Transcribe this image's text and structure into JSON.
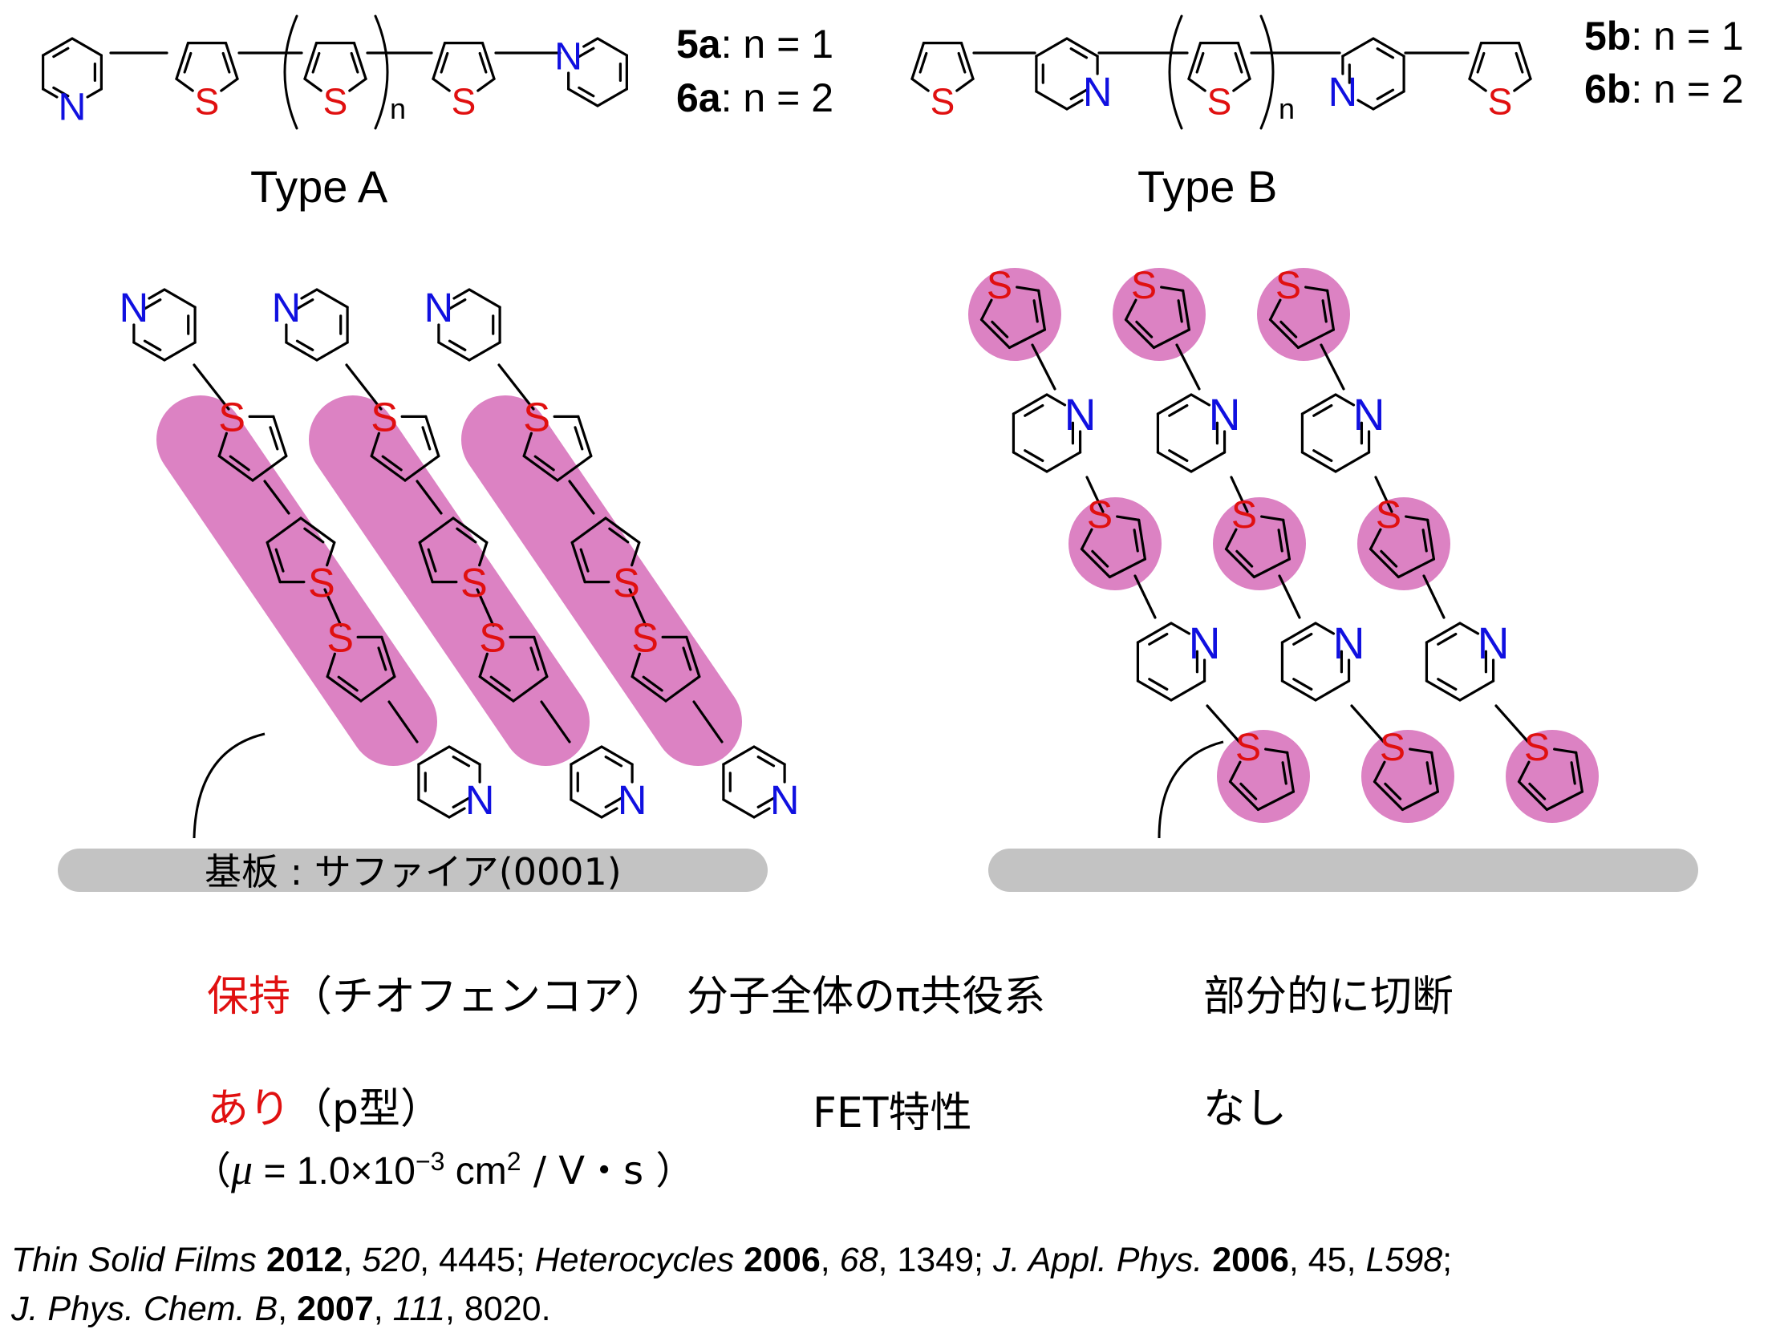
{
  "compounds": {
    "type_a": {
      "label": "Type A",
      "entries": [
        {
          "id": "5a",
          "suffix": ": n = 1"
        },
        {
          "id": "6a",
          "suffix": ": n = 2"
        }
      ]
    },
    "type_b": {
      "label": "Type B",
      "entries": [
        {
          "id": "5b",
          "suffix": ": n = 1"
        },
        {
          "id": "6b",
          "suffix": ": n = 2"
        }
      ]
    },
    "atoms": {
      "S": "S",
      "N": "N",
      "n": "n"
    }
  },
  "substrate": {
    "label": "基板 : サファイア(0001)"
  },
  "comparison": {
    "conjugation": {
      "a_value": "保持",
      "a_note": "（チオフェンコア）",
      "label": "分子全体のπ共役系",
      "b_value": "部分的に切断"
    },
    "fet": {
      "a_value": "あり",
      "a_note": "（p型）",
      "mobility_open": "（",
      "mobility_mu": "μ",
      "mobility_text": " = 1.0×10",
      "mobility_exp": "−3",
      "mobility_unit": " cm",
      "mobility_unit_exp": "2",
      "mobility_tail": " / V・s ）",
      "label": "FET特性",
      "b_value": "なし"
    }
  },
  "references": {
    "line1": [
      {
        "t": "Thin Solid Films",
        "s": "i"
      },
      {
        "t": " ",
        "s": ""
      },
      {
        "t": "2012",
        "s": "b"
      },
      {
        "t": ", ",
        "s": ""
      },
      {
        "t": "520",
        "s": "i"
      },
      {
        "t": ", 4445; ",
        "s": ""
      },
      {
        "t": "Heterocycles",
        "s": "i"
      },
      {
        "t": " ",
        "s": ""
      },
      {
        "t": "2006",
        "s": "b"
      },
      {
        "t": ", ",
        "s": ""
      },
      {
        "t": "68",
        "s": "i"
      },
      {
        "t": ", 1349; ",
        "s": ""
      },
      {
        "t": "J. Appl. Phys.",
        "s": "i"
      },
      {
        "t": " ",
        "s": ""
      },
      {
        "t": "2006",
        "s": "b"
      },
      {
        "t": ", 45, ",
        "s": ""
      },
      {
        "t": "L598",
        "s": "i"
      },
      {
        "t": ";",
        "s": ""
      }
    ],
    "line2": [
      {
        "t": "J. Phys. Chem. B",
        "s": "i"
      },
      {
        "t": ", ",
        "s": ""
      },
      {
        "t": "2007",
        "s": "b"
      },
      {
        "t": ", ",
        "s": ""
      },
      {
        "t": "111",
        "s": "i"
      },
      {
        "t": ", 8020.",
        "s": ""
      }
    ]
  },
  "colors": {
    "sulfur": "#e01010",
    "nitrogen": "#1010e0",
    "highlight": "#dc82c3",
    "substrate": "#c3c3c3",
    "emphasis": "#e01010"
  }
}
